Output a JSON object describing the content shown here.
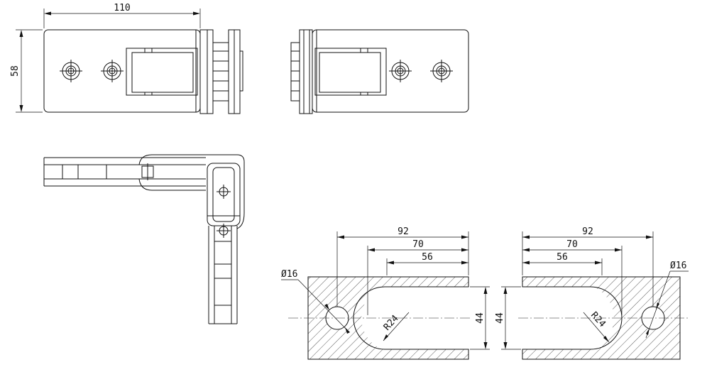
{
  "dimensions": {
    "top_width": "110",
    "top_height": "58",
    "left_overall": "92",
    "left_middle": "70",
    "left_inner": "56",
    "left_hole": "Ø16",
    "left_radius": "R24",
    "left_slot_height": "44",
    "right_slot_height": "44",
    "right_overall": "92",
    "right_middle": "70",
    "right_inner": "56",
    "right_radius": "R24",
    "right_hole": "Ø16"
  },
  "colors": {
    "line": "#111111",
    "background": "#ffffff"
  }
}
